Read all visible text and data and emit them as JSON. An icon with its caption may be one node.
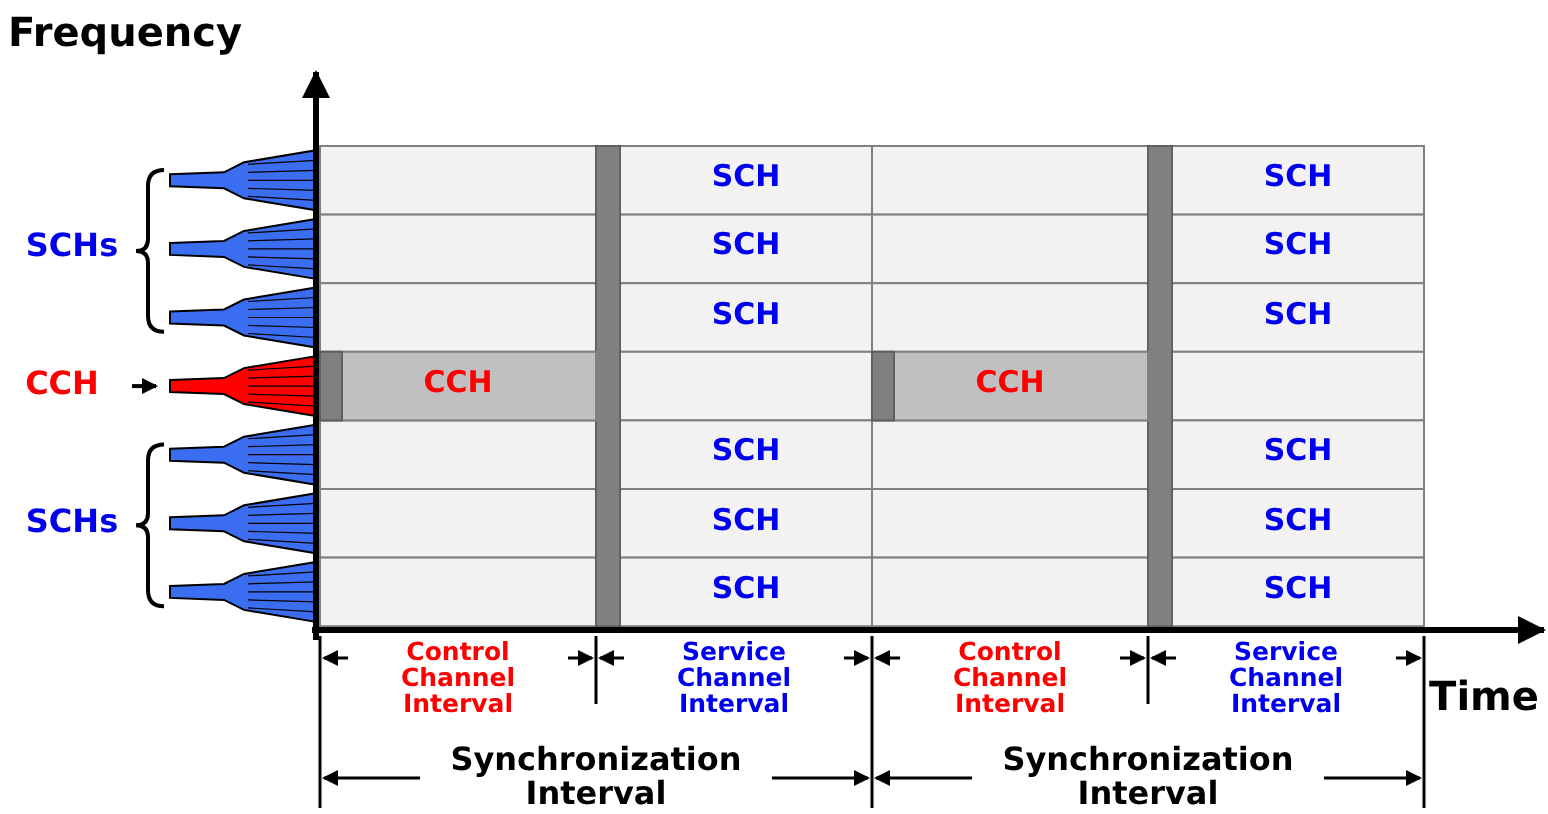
{
  "diagram": {
    "labels": [
      "Frequency",
      "SCHs",
      "CCH",
      "SCHs",
      "SCH",
      "SCH",
      "SCH",
      "SCH",
      "SCH",
      "SCH",
      "CCH",
      "CCH",
      "SCH",
      "SCH",
      "SCH",
      "SCH",
      "SCH",
      "SCH",
      "Control Channel Interval",
      "Service Channel Interval",
      "Control Channel Interval",
      "Service Channel Interval",
      "Time",
      "Synchronization Interval",
      "Synchronization Interval"
    ]
  }
}
